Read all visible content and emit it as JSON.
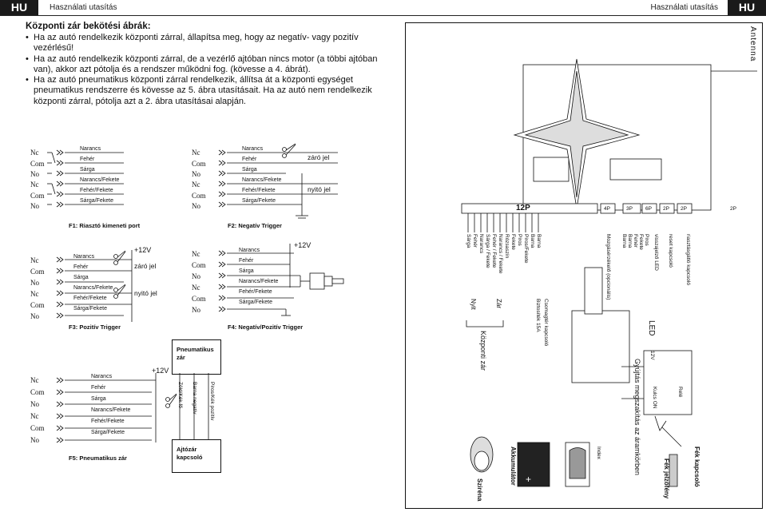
{
  "header": {
    "badge_left": "HU",
    "badge_right": "HU",
    "left_text": "Használati utasítás",
    "right_text": "Használati utasítás"
  },
  "intro": {
    "title": "Központi zár bekötési ábrák:",
    "bullets": [
      "Ha az autó rendelkezik központi zárral, állapítsa meg, hogy az negatív- vagy pozitív vezérlésű!",
      "Ha az autó rendelkezik központi zárral, de a vezérlő ajtóban nincs motor (a többi ajtóban van), akkor azt pótolja és a rendszer működni fog. (kövesse a 4. ábrát).",
      "Ha az autó pneumatikus központi zárral rendelkezik, állítsa át a központi egységet pneumatikus rendszerre és kövesse az 5. ábra utasításait. Ha az autó nem rendelkezik központi zárral, pótolja azt a 2. ábra utasításai alapján."
    ]
  },
  "terminals": [
    "Nc",
    "Com",
    "No",
    "Nc",
    "Com",
    "No"
  ],
  "wires": [
    "Narancs",
    "Fehér",
    "Sárga",
    "Narancs/Fekete",
    "Fehér/Fekete",
    "Sárga/Fekete"
  ],
  "figures": {
    "f1": {
      "caption": "F1: Riasztó kimeneti port"
    },
    "f2": {
      "caption": "F2: Negatív Trigger",
      "lock_signal": "záró jel",
      "unlock_signal": "nyitó jel"
    },
    "f3": {
      "caption": "F3: Pozitív Trigger",
      "plus12": "+12V",
      "lock_signal": "záró jel",
      "unlock_signal": "nyitó jel"
    },
    "f4": {
      "caption": "F4: Negatív/Pozitív Trigger",
      "plus12": "+12V"
    },
    "f5": {
      "caption": "F5: Pneumatikus zár",
      "plus12": "+12V",
      "pneumatic_box": "Pneumatikus zár",
      "door_switch_box": "Ajtózár kapcsoló",
      "wire_green": "Zöld/Kék fő",
      "wire_brown": "Barna negatív",
      "wire_red": "Piros/Kék pozitív"
    }
  },
  "wiring": {
    "antenna": "Antenna",
    "connectors": [
      "12P",
      "4P",
      "3P",
      "6P",
      "2P",
      "2P",
      "2P"
    ],
    "main_wires": [
      "Sárga",
      "Fehér",
      "Narancs",
      "Sárga / Fekete",
      "Fehér / Fekete",
      "Narancs / Fekete",
      "Rózsaszín",
      "Fekete",
      "Piros",
      "Piros/Fekete",
      "Barna",
      "Barna"
    ],
    "motion_sensor_label": "Mozgásérzékelő (opcionális)",
    "right_wires": [
      "Barna",
      "Barna",
      "Fehér",
      "Fekete",
      "Piros"
    ],
    "led_label": "visszajelző LED",
    "reset_switch_label": "reset kapcsoló",
    "valet_switch_label": "riasztásgátló kapcsoló",
    "open": "Nyit",
    "close": "Zár",
    "central_lock": "Központi zár",
    "ignition_relay": "Gyújtás megszakítás az áramkörben",
    "relay": "Relé",
    "key_on": "Kulcs ON",
    "v12": "12V",
    "led": "LED",
    "siren": "Sziréna",
    "battery": "Akkumulátor",
    "indicator": "Index",
    "brake_light": "Fék jelzőfény",
    "brake_switch": "Fék kapcsoló",
    "door_switch_note": "Csomagtér kapcsoló",
    "diode_note": "Biztosíték 15A"
  }
}
